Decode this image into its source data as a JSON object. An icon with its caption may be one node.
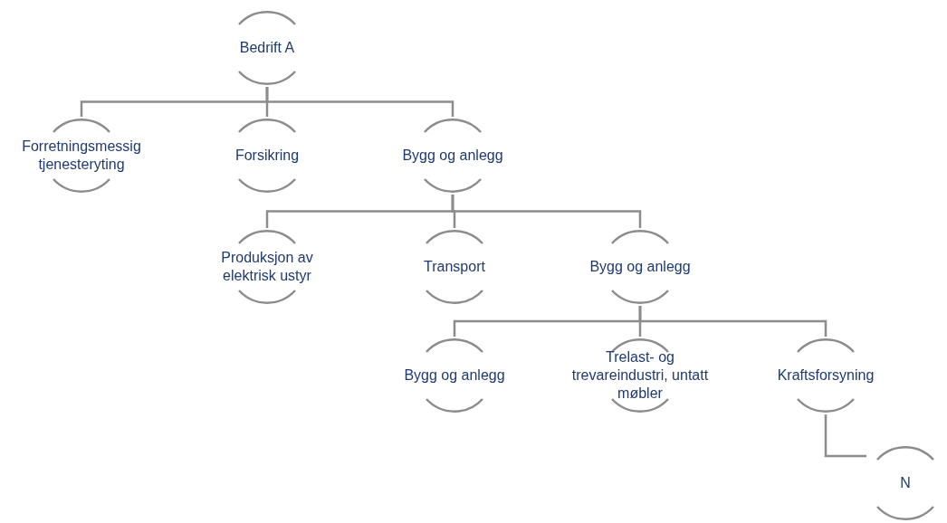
{
  "diagram": {
    "nodes": [
      {
        "text": [
          "Bedrift A"
        ]
      },
      {
        "text": [
          "Forretningsmessig tjenesteryting"
        ]
      },
      {
        "text": [
          "Forsikring"
        ]
      },
      {
        "text": [
          "Bygg og anlegg"
        ]
      },
      {
        "text": [
          "Produksjon av elektrisk ustyr"
        ]
      },
      {
        "text": [
          "Transport"
        ]
      },
      {
        "text": [
          "Bygg og anlegg"
        ]
      },
      {
        "text": [
          "Bygg og anlegg"
        ]
      },
      {
        "text": [
          "Trelast- og trevareindustri, untatt møbler"
        ]
      },
      {
        "text": [
          "Kraftsforsyning"
        ]
      },
      {
        "text": [
          "N"
        ]
      }
    ],
    "edges": [
      {
        "from": 0,
        "to": 1,
        "arrow": "none"
      },
      {
        "from": 0,
        "to": 2,
        "arrow": "none"
      },
      {
        "from": 0,
        "to": 3,
        "arrow": "none"
      },
      {
        "from": 3,
        "to": 4,
        "arrow": "none"
      },
      {
        "from": 3,
        "to": 5,
        "arrow": "none"
      },
      {
        "from": 3,
        "to": 6,
        "arrow": "none"
      },
      {
        "from": 6,
        "to": 7,
        "arrow": "none"
      },
      {
        "from": 6,
        "to": 8,
        "arrow": "none"
      },
      {
        "from": 6,
        "to": 9,
        "arrow": "none"
      },
      {
        "from": 9,
        "to": 10,
        "arrow": "none"
      }
    ]
  }
}
